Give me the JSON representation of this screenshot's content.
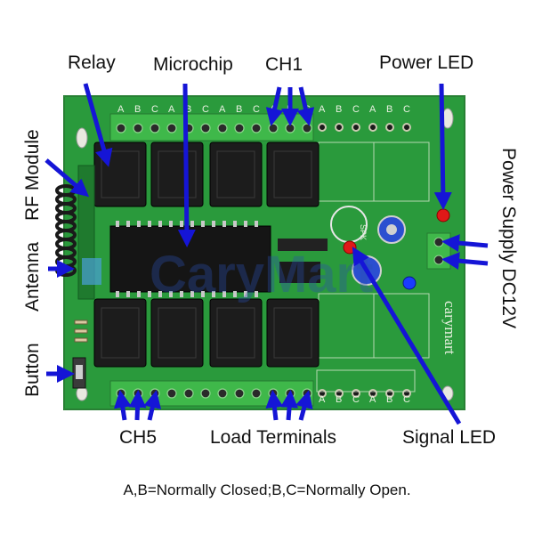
{
  "labels": {
    "relay": "Relay",
    "microchip": "Microchip",
    "ch1": "CH1",
    "power_led": "Power LED",
    "rf_module": "RF Module",
    "antenna": "Antenna",
    "button": "Button",
    "ch5": "CH5",
    "load_terminals": "Load Terminals",
    "signal_led": "Signal LED",
    "power_supply": "Power Supply DC12V"
  },
  "board_text": {
    "brand": "carymart",
    "watermark": "CaryMart",
    "spk": "SPK",
    "terminal_letters": [
      "A",
      "B",
      "C"
    ]
  },
  "caption": "A,B=Normally Closed;B,C=Normally Open.",
  "colors": {
    "pcb": "#2a9a3c",
    "pcb_dark": "#1f7a2e",
    "terminal": "#3fb84a",
    "relay": "#1c1c1c",
    "arrow": "#1515d6",
    "led_red": "#e01818",
    "led_blue": "#1a3cff",
    "capacitor": "#2b4fd0"
  },
  "icons": {
    "arrow": "arrow-icon"
  }
}
